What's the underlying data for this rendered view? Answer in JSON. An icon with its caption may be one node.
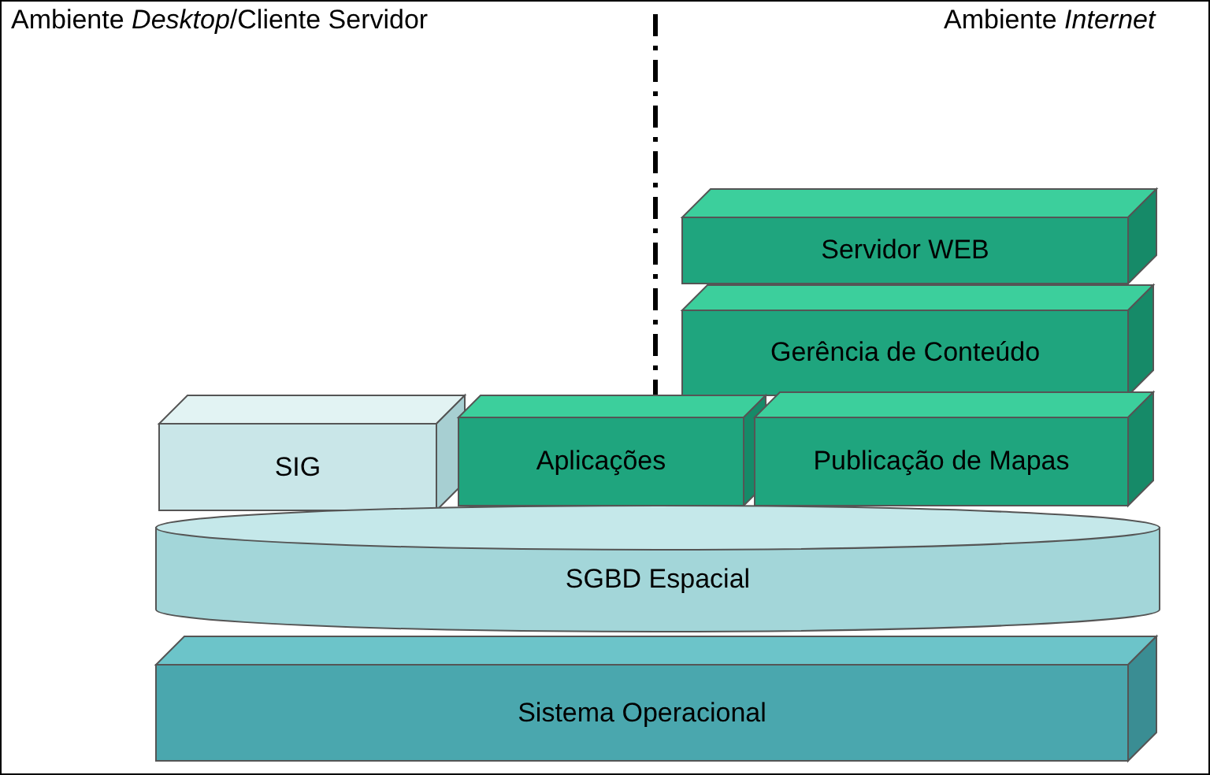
{
  "diagram": {
    "nodes": [
      {
        "text": [
          "Servidor WEB"
        ]
      },
      {
        "text": [
          "Gerência de Conteúdo"
        ]
      },
      {
        "text": [
          "SIG"
        ]
      },
      {
        "text": [
          "Aplicações"
        ]
      },
      {
        "text": [
          "Publicação de Mapas"
        ]
      },
      {
        "text": [
          "SGBD Espacial"
        ]
      },
      {
        "text": [
          "Sistema Operacional"
        ]
      }
    ],
    "edges": [],
    "labels": [
      "Ambiente *Desktop*/Cliente Servidor",
      "Ambiente *Internet*"
    ]
  }
}
